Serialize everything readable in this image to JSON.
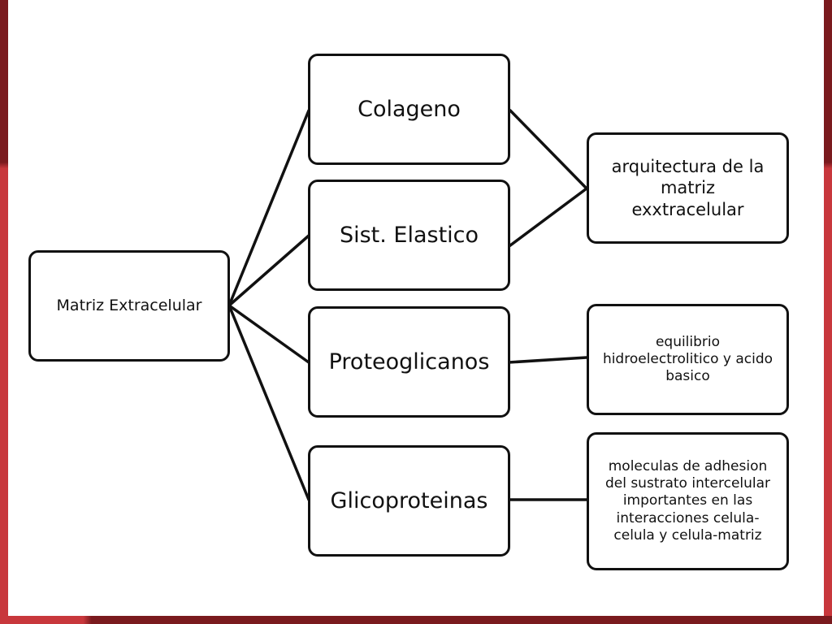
{
  "diagram": {
    "root": "Matriz Extracelular",
    "components": [
      "Colageno",
      "Sist. Elastico",
      "Proteoglicanos",
      "Glicoproteinas"
    ],
    "functions": {
      "architecture": [
        "arquitectura de la",
        "matriz",
        "exxtracelular"
      ],
      "balance": [
        "equilibrio",
        "hidroelectrolitico y acido",
        "basico"
      ],
      "adhesion": [
        "moleculas de adhesion",
        "del sustrato intercelular",
        "importantes en las",
        "interacciones celula-",
        "celula y celula-matriz"
      ]
    }
  },
  "colors": {
    "frame_dark": "#7a1a1e",
    "frame_light": "#c8373c",
    "line": "#111111",
    "background": "#ffffff"
  }
}
